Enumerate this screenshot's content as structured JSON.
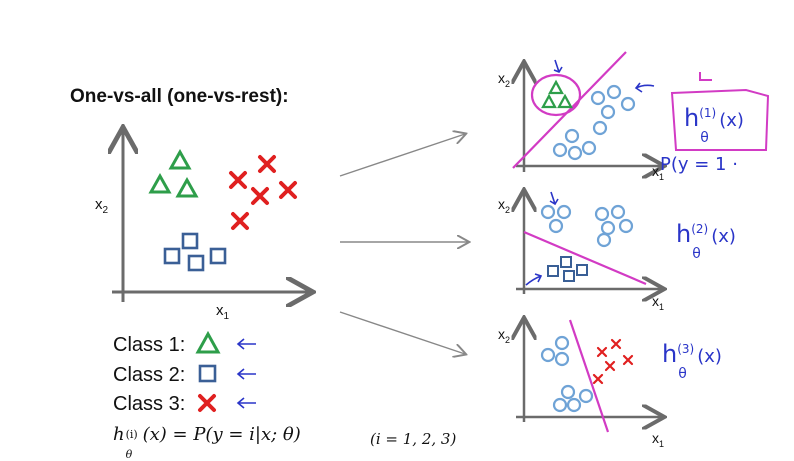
{
  "title": "One-vs-all (one-vs-rest):",
  "main_plot": {
    "x_label": "x",
    "x_sub": "1",
    "y_label": "x",
    "y_sub": "2"
  },
  "classes": [
    {
      "label": "Class 1:",
      "marker": "green-triangle-icon"
    },
    {
      "label": "Class 2:",
      "marker": "blue-square-icon"
    },
    {
      "label": "Class 3:",
      "marker": "red-x-icon"
    }
  ],
  "formula": {
    "lhs": "h",
    "sub": "θ",
    "sup": "(i)",
    "rhs": "(x) = P(y = i|x; θ)",
    "range": "(i = 1, 2, 3)"
  },
  "subplots": [
    {
      "x_label": "x",
      "x_sub": "1",
      "y_label": "x",
      "y_sub": "2"
    },
    {
      "x_label": "x",
      "x_sub": "1",
      "y_label": "x",
      "y_sub": "2"
    },
    {
      "x_label": "x",
      "x_sub": "1",
      "y_label": "x",
      "y_sub": "2"
    }
  ],
  "annotations": {
    "h1": {
      "base": "h",
      "sub": "θ",
      "sup": "(1)",
      "arg": "(x)"
    },
    "p1": "P(y = 1 ·",
    "h2": {
      "base": "h",
      "sub": "θ",
      "sup": "(2)",
      "arg": "(x)"
    },
    "h3": {
      "base": "h",
      "sub": "θ",
      "sup": "(3)",
      "arg": "(x)"
    }
  },
  "colors": {
    "class1": "#2e9e4a",
    "class2": "#3a5f96",
    "class3": "#e02020",
    "rest": "#6fa3d6",
    "boundary": "#d23bc4",
    "handwriting": "#2a35c8",
    "axis": "#6b6b6b"
  }
}
